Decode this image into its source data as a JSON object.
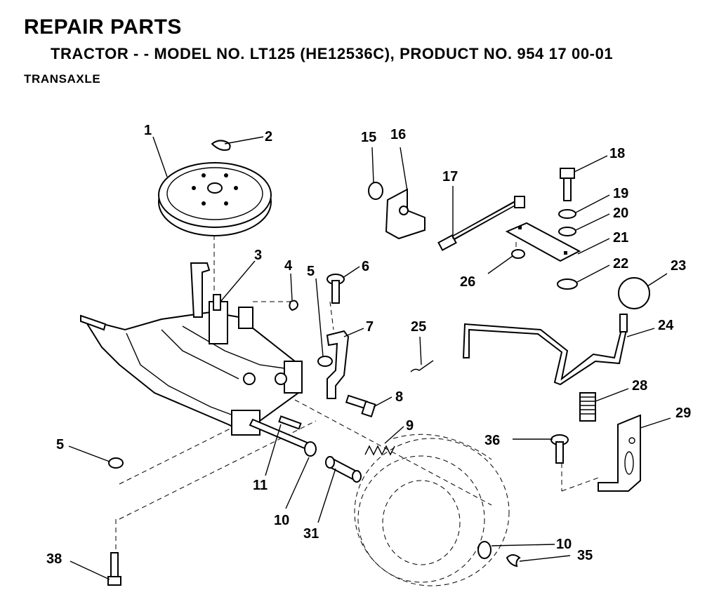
{
  "header": {
    "title": "REPAIR PARTS",
    "subtitle": "TRACTOR - - MODEL NO. LT125 (HE12536C),  PRODUCT NO. 954 17 00-01",
    "section": "TRANSAXLE"
  },
  "callouts": [
    "1",
    "2",
    "3",
    "4",
    "5",
    "6",
    "7",
    "8",
    "9",
    "10",
    "11",
    "15",
    "16",
    "17",
    "18",
    "19",
    "20",
    "21",
    "22",
    "23",
    "24",
    "25",
    "26",
    "28",
    "29",
    "31",
    "35",
    "36",
    "38"
  ],
  "duplicate_callouts": [
    "5",
    "10"
  ]
}
